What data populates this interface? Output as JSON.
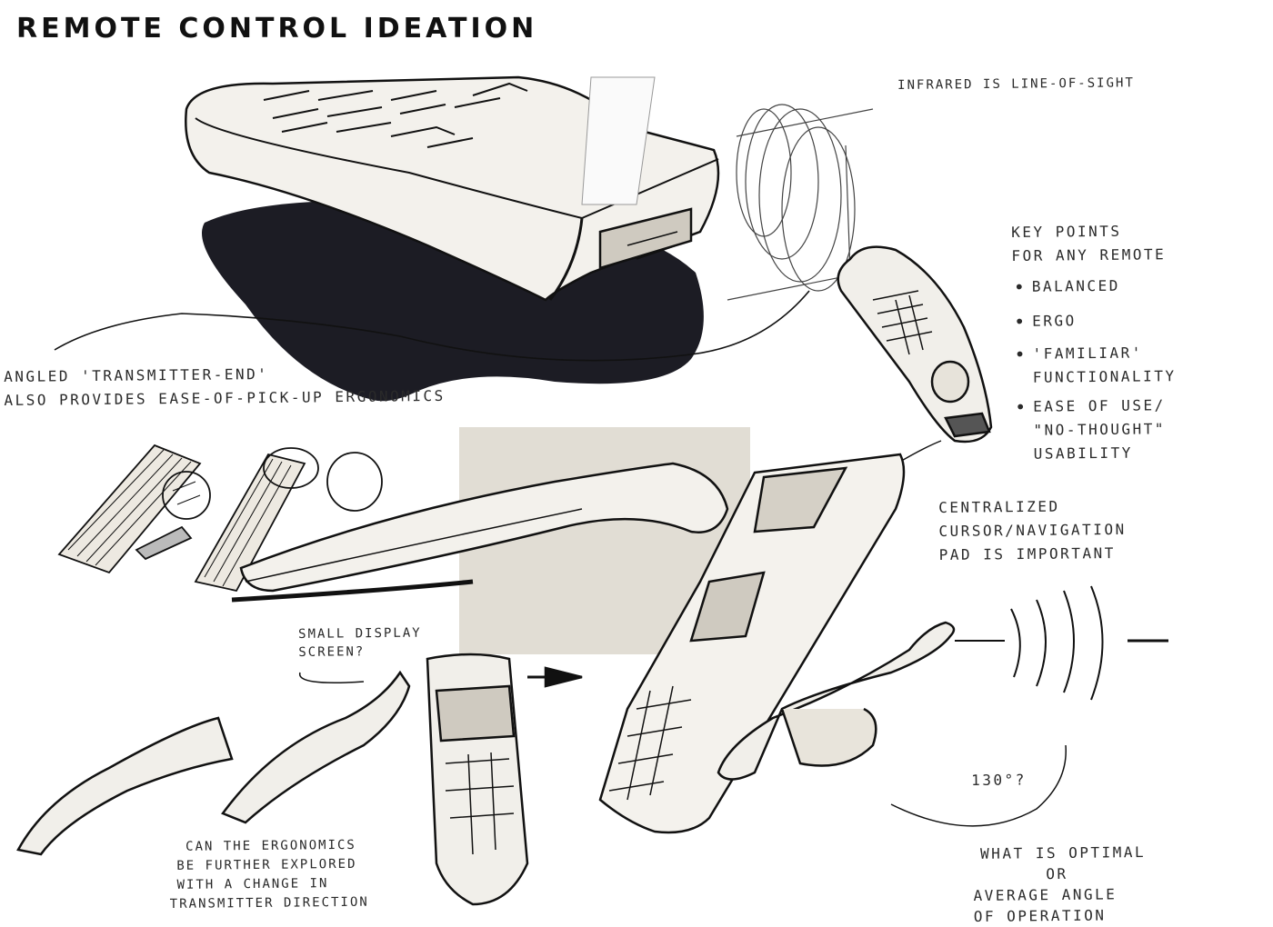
{
  "title": "REMOTE CONTROL IDEATION",
  "notes": {
    "infrared": "INFRARED IS LINE-OF-SIGHT",
    "key_points": {
      "heading_1": "KEY POINTS",
      "heading_2": "FOR ANY REMOTE",
      "items": [
        "BALANCED",
        "ERGO",
        "'FAMILIAR' FUNCTIONALITY",
        "EASE OF USE/ \"NO-THOUGHT\" USABILITY"
      ]
    },
    "angled": {
      "line_1": "ANGLED 'TRANSMITTER-END'",
      "line_2": "ALSO PROVIDES EASE-OF-PICK-UP ERGONOMICS"
    },
    "centralized": {
      "line_1": "CENTRALIZED",
      "line_2": "CURSOR/NAVIGATION",
      "line_3": "PAD IS IMPORTANT"
    },
    "small_display": {
      "line_1": "SMALL DISPLAY",
      "line_2": "SCREEN?"
    },
    "can_ergonomics": {
      "line_1": "CAN THE ERGONOMICS",
      "line_2": "BE FURTHER EXPLORED",
      "line_3": "WITH A CHANGE IN",
      "line_4": "TRANSMITTER DIRECTION"
    },
    "angle_value": "130°?",
    "optimal": {
      "line_1": "WHAT IS OPTIMAL",
      "line_2": "OR",
      "line_3": "AVERAGE ANGLE",
      "line_4": "OF OPERATION"
    }
  },
  "colors": {
    "ink": "#111111",
    "marker_grey": "#dcd7cd",
    "shadow": "#1c1c24"
  }
}
